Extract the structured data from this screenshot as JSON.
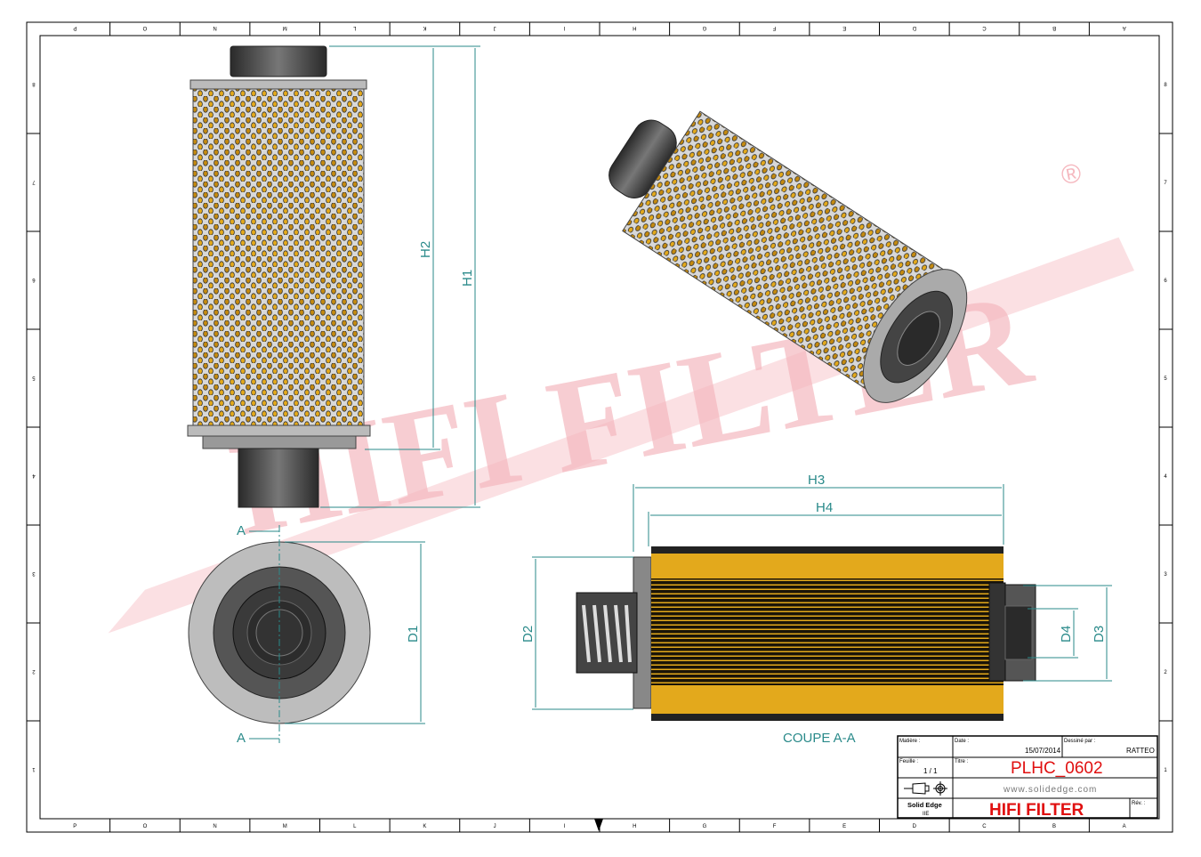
{
  "border": {
    "columns": [
      "P",
      "O",
      "N",
      "M",
      "L",
      "K",
      "J",
      "I",
      "H",
      "G",
      "F",
      "E",
      "D",
      "C",
      "B",
      "A"
    ],
    "rows": [
      "1",
      "2",
      "3",
      "4",
      "5",
      "6",
      "7",
      "8"
    ]
  },
  "watermark": {
    "text": "HIFI FILTER",
    "mark": "®",
    "color": "#f5b8bf"
  },
  "dimensions": {
    "h1": "H1",
    "h2": "H2",
    "h3": "H3",
    "h4": "H4",
    "d1": "D1",
    "d2": "D2",
    "d3": "D3",
    "d4": "D4"
  },
  "section": {
    "marker": "A",
    "label": "COUPE A-A"
  },
  "title_block": {
    "material_label": "Matière :",
    "date_label": "Date :",
    "date": "15/07/2014",
    "drawn_by_label": "Dessiné par :",
    "drawn_by": "RATTEO",
    "sheet_label": "Feuille :",
    "sheet": "1 / 1",
    "title_label": "Titre :",
    "title": "PLHC_0602",
    "website": "www.solidedge.com",
    "software": "Solid Edge",
    "software_sub": "IIE",
    "company": "HIFI FILTER",
    "rev_label": "Rév. :"
  },
  "colors": {
    "dimension": "#2a8a8a",
    "title_red": "#e01010",
    "filter_yellow": "#e3a91c"
  }
}
